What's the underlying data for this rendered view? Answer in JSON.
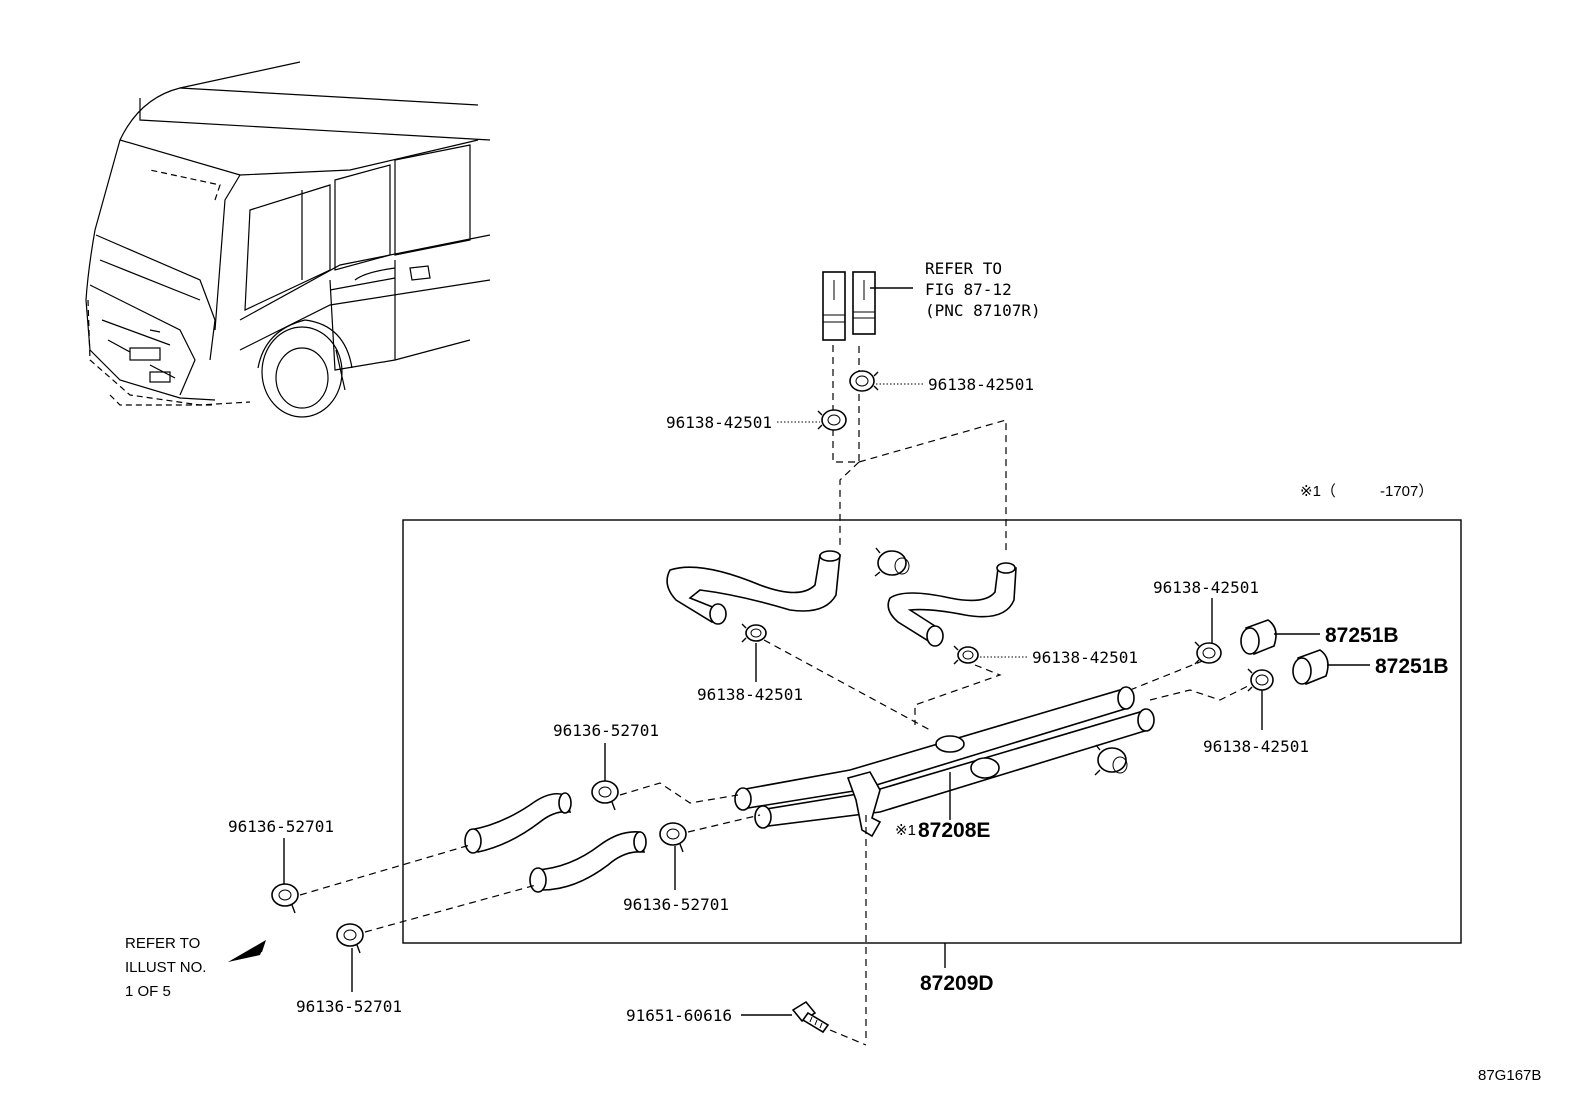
{
  "refer_top": {
    "line1": "REFER TO",
    "line2": "FIG 87-12",
    "line3": "(PNC 87107R)"
  },
  "refer_left": {
    "line1": "REFER TO",
    "line2": "ILLUST NO.",
    "line3": "1 OF 5"
  },
  "note": {
    "mark": "※1（",
    "value": "-1707）"
  },
  "labels": {
    "clamp_top_right": "96138-42501",
    "clamp_top_left": "96138-42501",
    "clamp_right_upper": "96138-42501",
    "clamp_mid_right": "96138-42501",
    "clamp_mid_left": "96138-42501",
    "clamp_right_lower": "96138-42501",
    "plug_upper": "87251B",
    "plug_lower": "87251B",
    "clamp_52701_a": "96136-52701",
    "clamp_52701_b": "96136-52701",
    "clamp_52701_c": "96136-52701",
    "clamp_52701_d": "96136-52701",
    "pipe_mark": "※1",
    "pipe_assy": "87208E",
    "kit_assy": "87209D",
    "bolt": "91651-60616",
    "figure_code": "87G167B"
  }
}
